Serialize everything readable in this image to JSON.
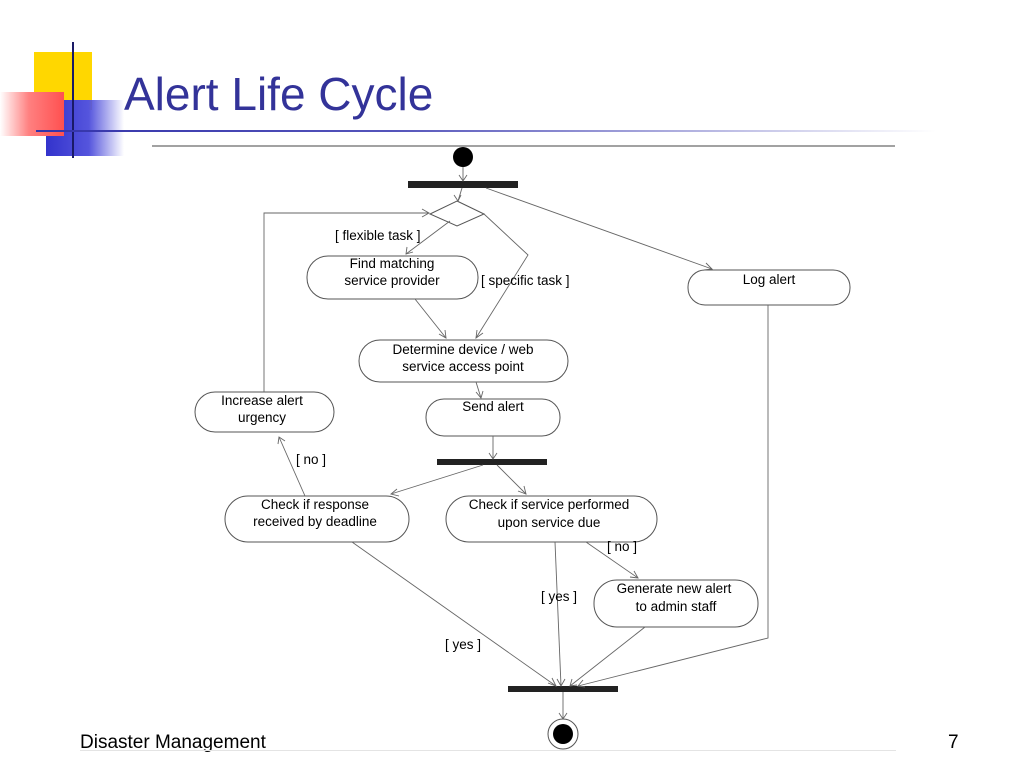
{
  "slide": {
    "title": "Alert Life Cycle",
    "footer": "Disaster Management",
    "page_number": "7"
  },
  "colors": {
    "title": "#333399",
    "deco_yellow": "#ffd700",
    "deco_red": "#ff6060",
    "deco_blue": "#3333cc",
    "rule_blue": "#3333aa"
  },
  "diagram": {
    "activities": {
      "find_provider": [
        "Find matching",
        "service provider"
      ],
      "log_alert": [
        "Log alert"
      ],
      "determine_access": [
        "Determine device / web",
        "service access point"
      ],
      "increase_urgency": [
        "Increase alert",
        "urgency"
      ],
      "send_alert": [
        "Send alert"
      ],
      "check_response": [
        "Check if response",
        "received by deadline"
      ],
      "check_service": [
        "Check if service performed",
        "upon service due"
      ],
      "generate_alert": [
        "Generate new alert",
        "to admin staff"
      ]
    },
    "guards": {
      "flexible_task": "[ flexible task ]",
      "specific_task": "[ specific task ]",
      "response_no": "[ no ]",
      "service_no": "[ no ]",
      "service_yes": "[ yes ]",
      "response_yes": "[ yes ]"
    }
  }
}
